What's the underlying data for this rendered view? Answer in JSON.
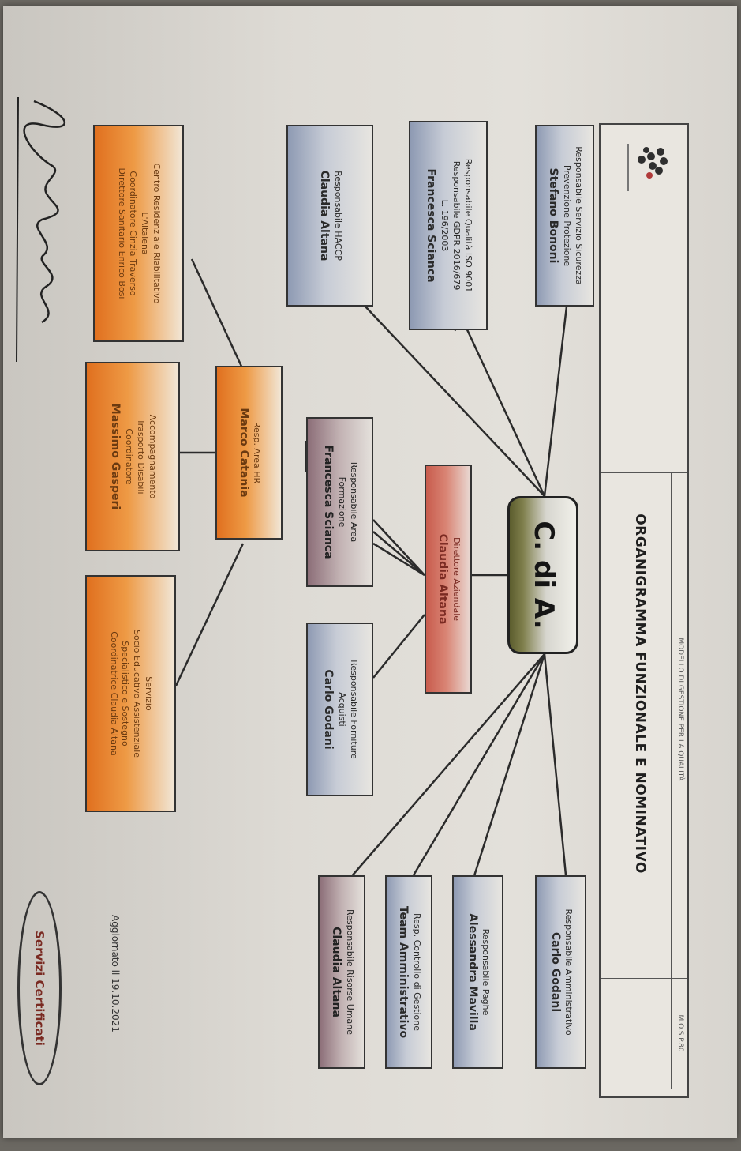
{
  "header": {
    "model_label": "MODELLO DI GESTIONE PER LA QUALITÀ",
    "title": "ORGANIGRAMMA FUNZIONALE E NOMINATIVO",
    "code": "M.O.S.P.80"
  },
  "center": {
    "label": "C. di A."
  },
  "nodes": {
    "sicurezza": {
      "role1": "Responsabile Servizio Sicurezza",
      "role2": "Prevenzione Protezione",
      "name": "Stefano Bononi"
    },
    "qualita": {
      "role1": "Responsabile Qualità ISO 9001",
      "role2": "Responsabile GDPR 2016/679",
      "role3": "L. 196/2003",
      "name": "Francesca Scianca"
    },
    "haccp": {
      "role1": "Responsabile HACCP",
      "name": "Claudia Altana"
    },
    "direttore": {
      "role1": "Direttore Aziendale",
      "name": "Claudia Altana"
    },
    "formazione": {
      "role1": "Responsabile Area",
      "role2": "Formazione",
      "name": "Francesca Scianca"
    },
    "forniture": {
      "role1": "Responsabile Forniture",
      "role2": "Acquisti",
      "name": "Carlo Godani"
    },
    "risorse_umane": {
      "role1": "Resp. Area HR",
      "name": "Marco Catania"
    },
    "centro": {
      "role1": "Centro Residenziale Riabilitativo",
      "role2": "L'Altalena",
      "role3": "Coordinatore Cinzia Traverso",
      "role4": "Direttore Sanitario Enrico Bosi"
    },
    "accompagnamento": {
      "role1": "Accompagnamento",
      "role2": "Trasporto Disabili",
      "role3": "Coordinatore",
      "name": "Massimo Gasperi"
    },
    "servizio": {
      "role1": "Servizio",
      "role2": "Socio Educativo Assistenziale",
      "role3": "Specialistico e Sostegno",
      "role4": "Coordinatrice Claudia Altana"
    },
    "amministrativo": {
      "role1": "Responsabile Amministrativo",
      "name": "Carlo Godani"
    },
    "paghe": {
      "role1": "Responsabile Paghe",
      "name": "Alessandra Mavilla"
    },
    "controllo": {
      "role1": "Resp. Controllo di Gestione",
      "role2": "Team Amministrativo"
    },
    "risorse": {
      "role1": "Responsabile Risorse Umane",
      "name": "Claudia Altana"
    }
  },
  "footer": {
    "updated": "Aggiornato il 19.10.2021",
    "certified": "Servizi Certificati"
  },
  "colors": {
    "blue": "#8e9ab3",
    "orange": "#e0701f",
    "red": "#c85c4d",
    "olive": "#5c5d2e"
  }
}
